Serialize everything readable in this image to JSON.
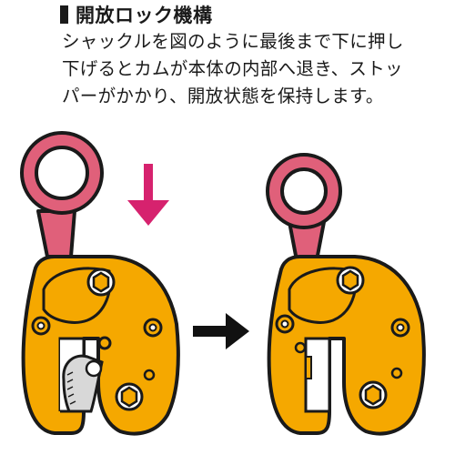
{
  "heading": "開放ロック機構",
  "description_lines": [
    "シャックルを図のように最後まで下に押し",
    "下げるとカムが本体の内部へ退き、ストッ",
    "パーがかかり、開放状態を保持します。"
  ],
  "colors": {
    "shackle": "#e0607a",
    "body": "#f5a800",
    "down_arrow": "#d6226e",
    "right_arrow": "#111111",
    "outline": "#1a1a1a"
  },
  "icons": {
    "down_arrow": "down-arrow-icon",
    "right_arrow": "right-arrow-icon"
  }
}
